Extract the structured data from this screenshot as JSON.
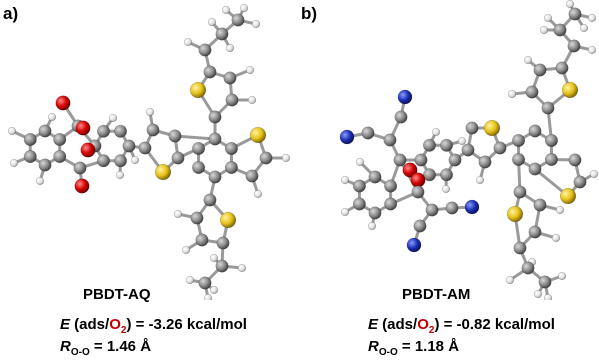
{
  "panels": [
    {
      "label": "a)",
      "molecule": "PBDT-AQ",
      "energy_symbol": "E",
      "energy_open": " (ads/",
      "adsorbate": "O",
      "adsorbate_sub": "2",
      "energy_value": ") = -3.26 kcal/mol",
      "bond_symbol": "R",
      "bond_sub": "O-O",
      "bond_value": " = 1.46 Å"
    },
    {
      "label": "b)",
      "molecule": "PBDT-AM",
      "energy_symbol": "E",
      "energy_open": " (ads/",
      "adsorbate": "O",
      "adsorbate_sub": "2",
      "energy_value": ") = -0.82 kcal/mol",
      "bond_symbol": "R",
      "bond_sub": "O-O",
      "bond_value": " = 1.18 Å"
    }
  ],
  "atom_colors": {
    "carbon": "#8c8c8c",
    "hydrogen": "#e6e6e6",
    "oxygen": "#d40000",
    "sulfur": "#e6c21a",
    "nitrogen": "#1c2fb5"
  },
  "text_colors": {
    "adsorbate": "#c00000"
  }
}
